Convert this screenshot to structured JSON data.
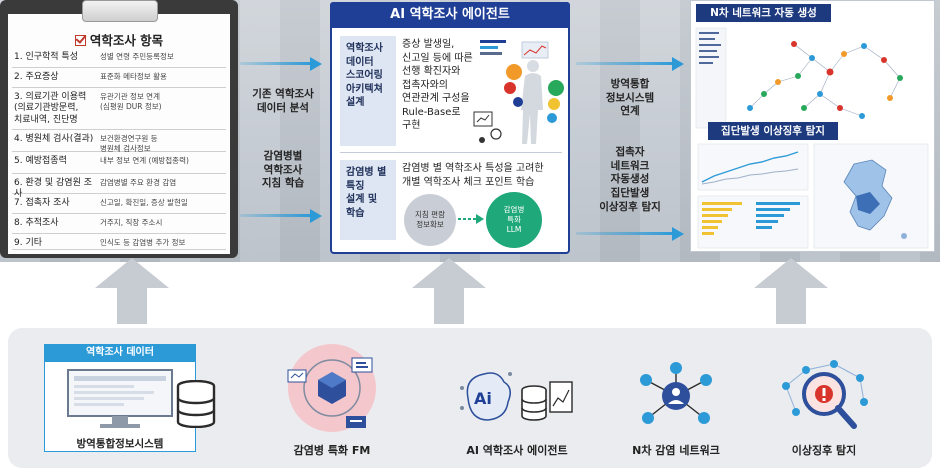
{
  "clipboard": {
    "title": "역학조사 항목",
    "rows": [
      {
        "key": "1. 인구학적 특성",
        "value": "성별 연령 주민등록정보"
      },
      {
        "key": "2. 주요증상",
        "value": "표준화 메타정보 활용"
      },
      {
        "key": "3. 의료기관 이용력\n(의료기관방문력,\n치료내역, 진단명",
        "value": "유관기관 정보 연계\n(심평원 DUR 정보)"
      },
      {
        "key": "4. 병원체 검사(결과)",
        "value": "보건환경연구원 등\n병원체 검사정보"
      },
      {
        "key": "5. 예방접종력",
        "value": "내부 정보 연계 (예방접종력)"
      },
      {
        "key": "6. 환경 및 감염원 조사",
        "value": "감염병별 주요 환경 감염"
      },
      {
        "key": "7. 접촉자 조사",
        "value": "신고일, 확진일, 증상 발현일"
      },
      {
        "key": "8. 추적조사",
        "value": "거주지, 직장 주소시"
      },
      {
        "key": "9. 기타",
        "value": "인식도 등 감염병 추가 정보"
      }
    ]
  },
  "left_flow": {
    "upper": "기존 역학조사\n데이터 분석",
    "lower": "감염병별\n역학조사\n지침 학습"
  },
  "ai_box": {
    "title": "AI 역학조사 에이전트",
    "tag1": "역학조사\n데이터\n스코어링\n아키텍쳐\n설계",
    "desc1": "증상 발생일,\n신고일 등에 따른\n선행 확진자와\n접촉자와의\n연관관계 구성을\nRule-Base로\n구현",
    "tag2": "감염병 별\n특징\n설계 및\n학습",
    "desc2": "감염병 별 역학조사 특성을 고려한\n개별 역학조사 체크 포인트 학습",
    "bubble1": "지침 편람\n정보확보",
    "bubble2": "감염병\n특화\nLLM"
  },
  "right_flow": {
    "upper": "방역통합\n정보시스템\n연계",
    "lower": "접촉자\n네트워크\n자동생성\n집단발생\n이상징후 탐지"
  },
  "screenshot": {
    "head1": "N차 네트워크 자동 생성",
    "head2": "집단발생 이상징후 탐지"
  },
  "bottom": {
    "data_title": "역학조사 데이터",
    "data_caption": "방역통합정보시스템",
    "items": [
      "감염병 특화 FM",
      "AI 역학조사 에이전트",
      "N차 감염 네트워크",
      "이상징후 탐지"
    ]
  },
  "colors": {
    "navy": "#1f3f97",
    "accent_blue": "#2d9ad8",
    "green": "#1fa87a",
    "alert_red": "#d9342b"
  }
}
